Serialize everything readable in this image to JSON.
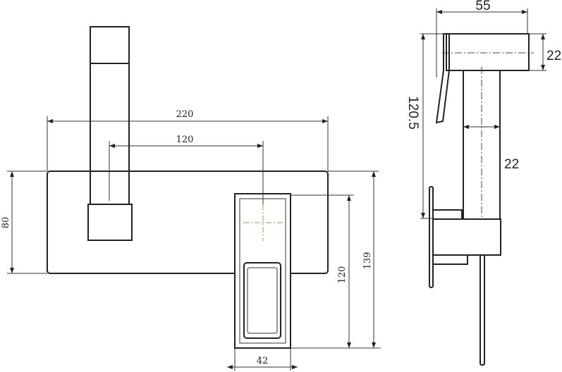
{
  "front_view": {
    "dims": {
      "overall_width": "220",
      "center_distance": "120",
      "plate_height": "80",
      "handle_height": "120",
      "total_height": "139",
      "handle_width": "42"
    },
    "cross_color": "#c8a060"
  },
  "side_view": {
    "dims": {
      "head_length": "55",
      "head_height": "22",
      "overall_height": "120.5",
      "stem_width": "22"
    }
  }
}
